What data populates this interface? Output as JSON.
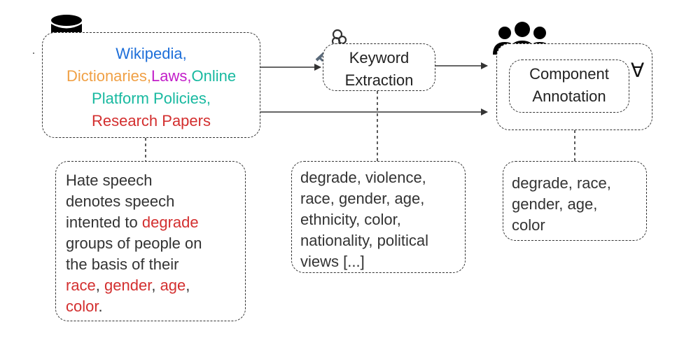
{
  "sources": {
    "wikipedia": "Wikipedia,",
    "dictionaries": "Dictionaries,",
    "laws": "Laws,",
    "online": "Online",
    "platform_policies": "Platform Policies,",
    "research_papers": "Research Papers"
  },
  "keyword_extraction": {
    "line1": "Keyword",
    "line2": "Extraction"
  },
  "component_annotation": {
    "line1": "Component",
    "line2": "Annotation",
    "symbol": "∀"
  },
  "definition": {
    "l1": "Hate speech",
    "l2": "denotes speech",
    "l3_pre": "intented to ",
    "l3_red": "degrade",
    "l4": "groups of people on",
    "l5": "the basis of their",
    "l6_race": "race",
    "l6_sep1": ", ",
    "l6_gender": "gender",
    "l6_sep2": ", ",
    "l6_age": "age",
    "l6_sep3": ",",
    "l7_color": "color",
    "l7_end": "."
  },
  "keywords": {
    "l1": "degrade, violence,",
    "l2": "race, gender, age,",
    "l3": "ethnicity, color,",
    "l4": "nationality, political",
    "l5": "views [...]"
  },
  "annotations": {
    "l1": "degrade, race,",
    "l2": "gender, age,",
    "l3": "color"
  },
  "colors": {
    "wikipedia": "#1e6fd9",
    "dictionaries": "#f0a045",
    "laws": "#c21ec9",
    "online_platform": "#18b9a0",
    "research_highlight": "#d32f2f"
  },
  "icons": [
    "database-icon",
    "key-icon",
    "people-group-icon"
  ]
}
